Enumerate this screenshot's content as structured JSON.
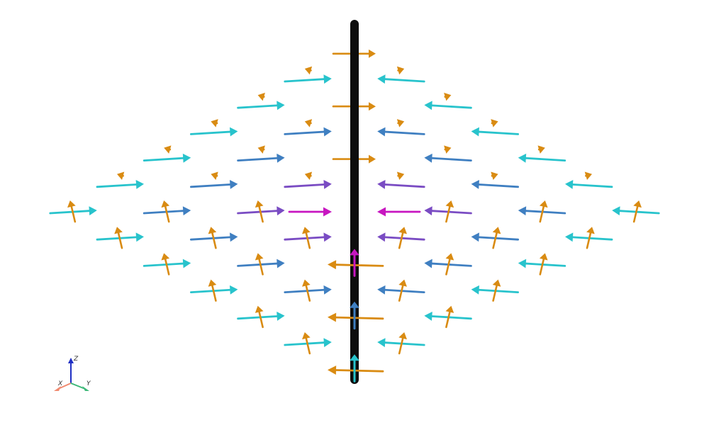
{
  "colors": {
    "background": "#ffffff",
    "rod": "#0d0d0d",
    "in_plane_arrow": "#d98b12",
    "out_of_plane_low": "#28c3cc",
    "out_of_plane_mid": "#3f7fc1",
    "out_of_plane_high": "#7a4cc3",
    "out_of_plane_peak": "#c716c0",
    "axis_x": "#f08a70",
    "axis_y": "#3cb878",
    "axis_z": "#1f2fc4"
  },
  "triad": {
    "x_label": "X",
    "y_label": "Y",
    "z_label": "Z"
  }
}
